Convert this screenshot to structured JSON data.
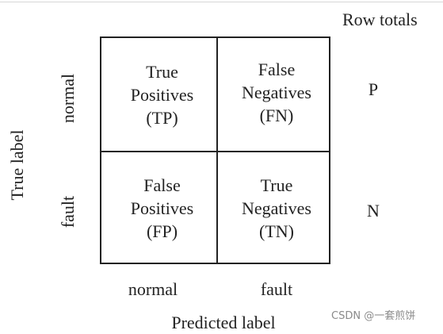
{
  "row_totals_title": "Row totals",
  "matrix": {
    "top_left": [
      "True",
      "Positives",
      "(TP)"
    ],
    "top_right": [
      "False",
      "Negatives",
      "(FN)"
    ],
    "bottom_left": [
      "False",
      "Positives",
      "(FP)"
    ],
    "bottom_right": [
      "True",
      "Negatives",
      "(TN)"
    ]
  },
  "row_labels": [
    "normal",
    "fault"
  ],
  "col_labels": [
    "normal",
    "fault"
  ],
  "y_axis_label": "True label",
  "x_axis_label": "Predicted label",
  "row_totals": [
    "P",
    "N"
  ],
  "watermark": "CSDN @一套煎饼"
}
